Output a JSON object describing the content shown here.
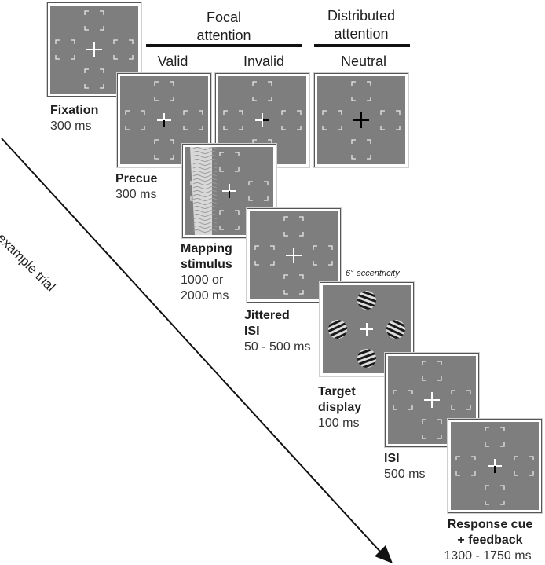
{
  "headers": {
    "focal_line1": "Focal",
    "focal_line2": "attention",
    "distributed_line1": "Distributed",
    "distributed_line2": "attention",
    "valid": "Valid",
    "invalid": "Invalid",
    "neutral": "Neutral"
  },
  "timeline_label": "example trial",
  "eccentricity_note": "6° eccentricity",
  "steps": [
    {
      "name": "Fixation",
      "duration": "300 ms"
    },
    {
      "name": "Precue",
      "duration": "300 ms"
    },
    {
      "name": "Mapping",
      "name2": "stimulus",
      "duration": "1000 or",
      "duration2": "2000 ms"
    },
    {
      "name": "Jittered",
      "name2": "ISI",
      "duration": "50 - 500 ms"
    },
    {
      "name": "Target",
      "name2": "display",
      "duration": "100 ms"
    },
    {
      "name": "ISI",
      "duration": "500 ms"
    },
    {
      "name": "Response cue",
      "name2": "+ feedback",
      "duration": "1300  - 1750 ms"
    }
  ],
  "colors": {
    "screen_gray": "#7e7e7e",
    "placeholder": "#e8e8e8",
    "cross_white": "#ffffff",
    "cross_black": "#000000",
    "text": "#1e1e1e"
  }
}
